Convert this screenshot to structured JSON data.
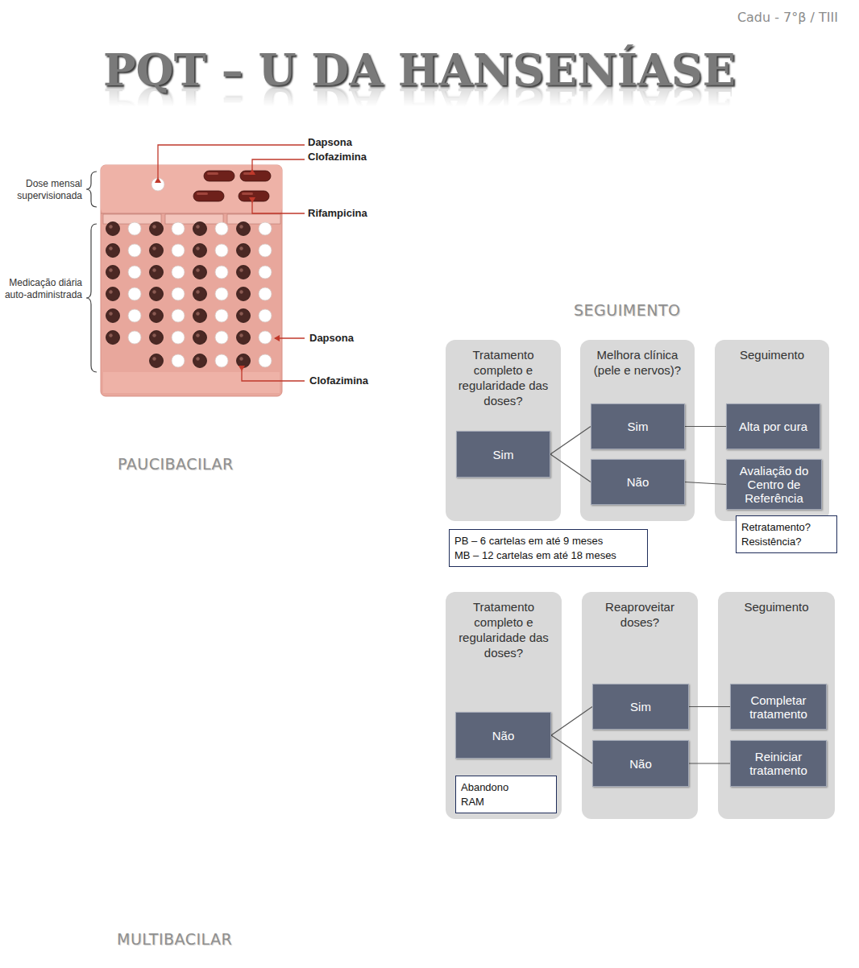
{
  "diagram": {
    "title": "PQT – U DA HANSENÍASE",
    "nodes": [
      {
        "text": [
          "Tratamento completo e regularidade das doses?"
        ]
      },
      {
        "text": [
          "Sim"
        ],
        "in": 0
      },
      {
        "text": [
          "Melhora clínica (pele e nervos)?"
        ]
      },
      {
        "text": [
          "Sim"
        ],
        "in": 2
      },
      {
        "text": [
          "Não"
        ],
        "in": 2
      },
      {
        "text": [
          "Seguimento"
        ]
      },
      {
        "text": [
          "Alta por cura"
        ],
        "in": 5
      },
      {
        "text": [
          "Avaliação do Centro de Referência"
        ],
        "in": 5
      },
      {
        "text": [
          "Retratamento?",
          "Resistência?"
        ]
      },
      {
        "text": [
          "PB – 6 cartelas em até 9 meses",
          "MB – 12 cartelas em até 18 meses"
        ]
      },
      {
        "text": [
          "Tratamento completo e regularidade das doses?"
        ]
      },
      {
        "text": [
          "Não"
        ],
        "in": 10
      },
      {
        "text": [
          "Abandono",
          "RAM"
        ],
        "in": 10
      },
      {
        "text": [
          "Reaproveitar doses?"
        ]
      },
      {
        "text": [
          "Sim"
        ],
        "in": 13
      },
      {
        "text": [
          "Não"
        ],
        "in": 13
      },
      {
        "text": [
          "Seguimento"
        ]
      },
      {
        "text": [
          "Completar tratamento"
        ],
        "in": 16
      },
      {
        "text": [
          "Reiniciar tratamento"
        ],
        "in": 16
      }
    ],
    "edges": [
      {
        "from": 1,
        "to": 3,
        "arrow": "none"
      },
      {
        "from": 1,
        "to": 4,
        "arrow": "none"
      },
      {
        "from": 3,
        "to": 6,
        "arrow": "none"
      },
      {
        "from": 4,
        "to": 7,
        "arrow": "none"
      },
      {
        "from": 11,
        "to": 14,
        "arrow": "none"
      },
      {
        "from": 11,
        "to": 15,
        "arrow": "none"
      },
      {
        "from": 14,
        "to": 17,
        "arrow": "none"
      },
      {
        "from": 15,
        "to": 18,
        "arrow": "none"
      }
    ],
    "labels": [
      "Cadu - 7°β / TIII",
      "Dapsona",
      "Clofazimina",
      "Dose mensal supervisionada",
      "Rifampicina",
      "Medicação diária auto-administrada",
      "Dapsona",
      "Clofazimina",
      "PAUCIBACILAR",
      "SEGUIMENTO",
      "MULTIBACILAR"
    ]
  }
}
